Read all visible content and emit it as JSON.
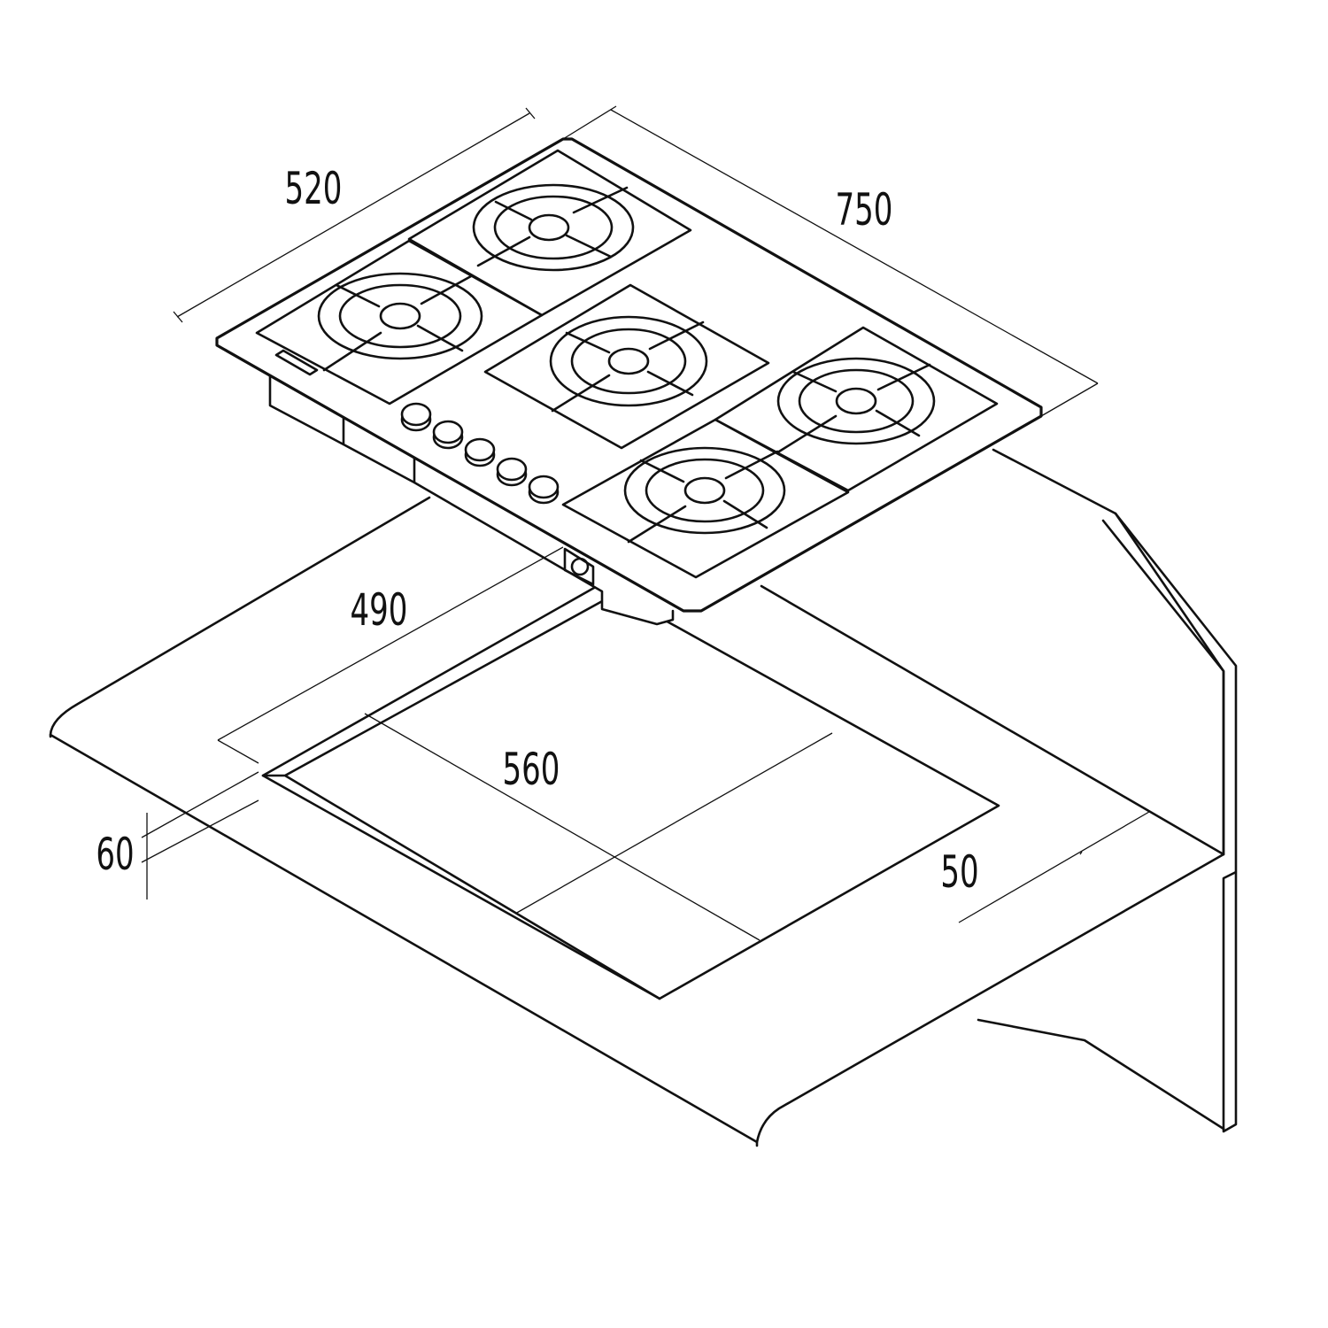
{
  "dimensions": {
    "hob_depth": "520",
    "hob_width": "750",
    "cutout_depth": "490",
    "cutout_width": "560",
    "counter_thickness": "60",
    "rear_clearance": "50"
  },
  "burner_count": 5,
  "knob_count": 5
}
